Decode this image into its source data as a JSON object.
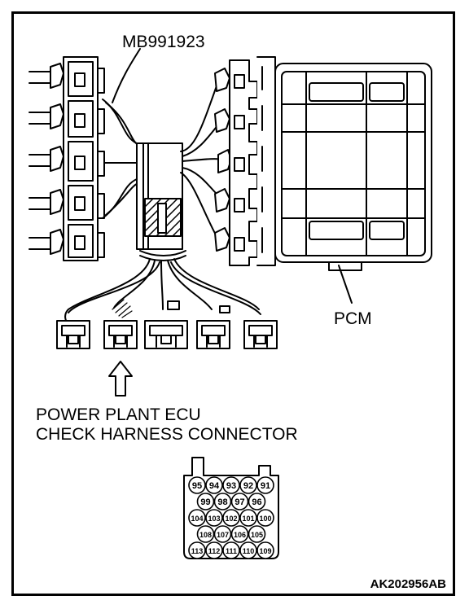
{
  "labels": {
    "tool": "MB991923",
    "pcm": "PCM",
    "connector_line1": "POWER PLANT ECU",
    "connector_line2": "CHECK HARNESS CONNECTOR",
    "figure_code": "AK202956AB"
  },
  "pins": {
    "row1": [
      "95",
      "94",
      "93",
      "92",
      "91"
    ],
    "row2": [
      "99",
      "98",
      "97",
      "96"
    ],
    "row3": [
      "104",
      "103",
      "102",
      "101",
      "100"
    ],
    "row4": [
      "108",
      "107",
      "106",
      "105"
    ],
    "row5": [
      "113",
      "112",
      "111",
      "110",
      "109"
    ]
  },
  "colors": {
    "line": "#000000",
    "background": "#ffffff"
  }
}
